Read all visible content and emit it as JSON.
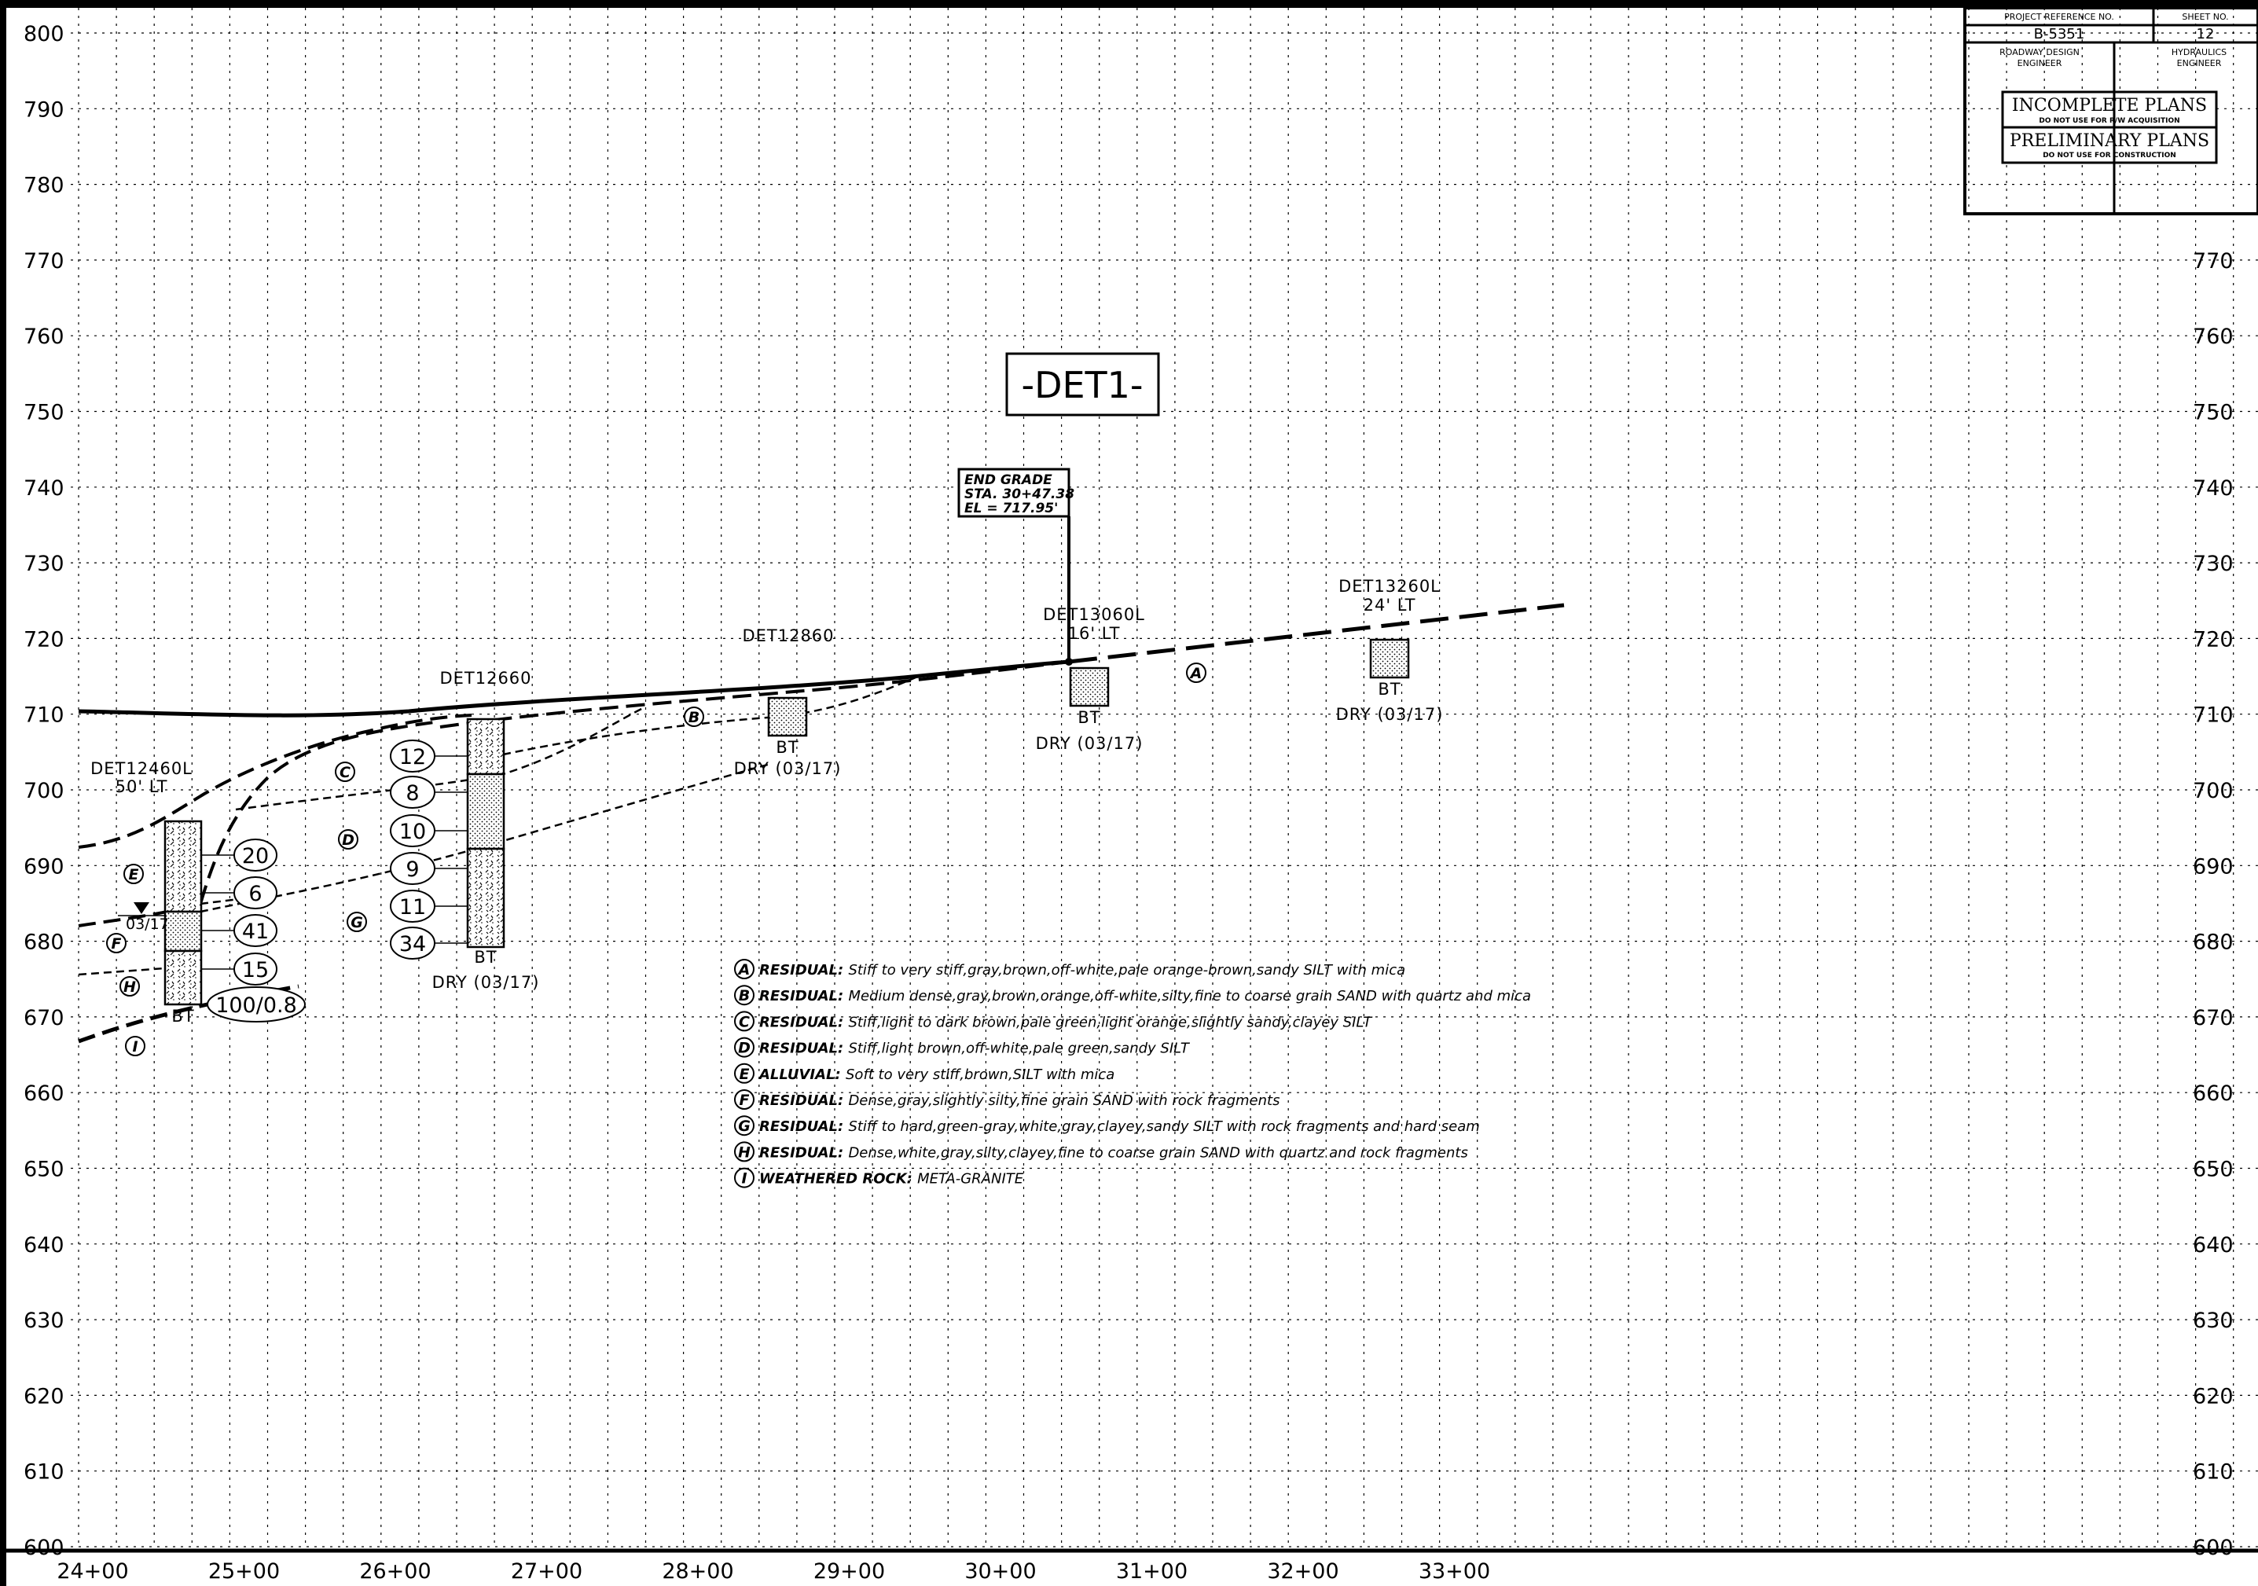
{
  "title_block": {
    "project_reference_label": "PROJECT REFERENCE NO.",
    "project_reference": "B-5351",
    "sheet_no_label": "SHEET NO.",
    "sheet_no": "12",
    "roadway_label_1": "ROADWAY DESIGN",
    "roadway_label_2": "ENGINEER",
    "hydraulics_label_1": "HYDRAULICS",
    "hydraulics_label_2": "ENGINEER",
    "incomplete_title": "INCOMPLETE PLANS",
    "incomplete_note": "DO NOT USE FOR R/W ACQUISITION",
    "preliminary_title": "PRELIMINARY PLANS",
    "preliminary_note": "DO NOT USE FOR CONSTRUCTION"
  },
  "profile_title": "-DET1-",
  "end_grade": {
    "line1": "END GRADE",
    "line2": "STA. 30+47.38",
    "line3": "EL = 717.95'"
  },
  "elevations_left": [
    "800",
    "790",
    "780",
    "770",
    "760",
    "750",
    "740",
    "730",
    "720",
    "710",
    "700",
    "690",
    "680",
    "670",
    "660",
    "650",
    "640",
    "630",
    "620",
    "610",
    "600"
  ],
  "elevations_right": [
    "770",
    "760",
    "750",
    "740",
    "730",
    "720",
    "710",
    "700",
    "690",
    "680",
    "670",
    "660",
    "650",
    "640",
    "630",
    "620",
    "610",
    "600"
  ],
  "stations": [
    "24+00",
    "25+00",
    "26+00",
    "27+00",
    "28+00",
    "29+00",
    "30+00",
    "31+00",
    "32+00",
    "33+00"
  ],
  "borings": {
    "b1": {
      "id": "DET12460L",
      "offset": "50' LT",
      "type": "BT",
      "water_date": "03/17",
      "blows": [
        "20",
        "6",
        "41",
        "15",
        "100/0.8"
      ]
    },
    "b2": {
      "id": "DET12660",
      "type": "BT",
      "status": "DRY (03/17)",
      "blows": [
        "12",
        "8",
        "10",
        "9",
        "11",
        "34"
      ]
    },
    "b3": {
      "id": "DET12860",
      "type": "BT",
      "status": "DRY (03/17)"
    },
    "b4": {
      "id": "DET13060L",
      "offset": "16' LT",
      "type": "BT",
      "status": "DRY (03/17)"
    },
    "b5": {
      "id": "DET13260L",
      "offset": "24' LT",
      "type": "BT",
      "status": "DRY (03/17)"
    }
  },
  "layers": [
    "A",
    "B",
    "C",
    "D",
    "E",
    "F",
    "G",
    "H",
    "I"
  ],
  "legend": [
    {
      "letter": "A",
      "title": "RESIDUAL:",
      "desc": "Stiff to very stiff,gray,brown,off-white,pale orange-brown,sandy SILT with mica"
    },
    {
      "letter": "B",
      "title": "RESIDUAL:",
      "desc": "Medium dense,gray,brown,orange,off-white,silty,fine to coarse grain SAND with quartz and mica"
    },
    {
      "letter": "C",
      "title": "RESIDUAL:",
      "desc": "Stiff,light to dark brown,pale green,light orange,slightly sandy,clayey SILT"
    },
    {
      "letter": "D",
      "title": "RESIDUAL:",
      "desc": "Stiff,light brown,off-white,pale green,sandy SILT"
    },
    {
      "letter": "E",
      "title": "ALLUVIAL:",
      "desc": "Soft to very stiff,brown,SILT with mica"
    },
    {
      "letter": "F",
      "title": "RESIDUAL:",
      "desc": "Dense,gray,slightly silty,fine grain SAND with rock fragments"
    },
    {
      "letter": "G",
      "title": "RESIDUAL:",
      "desc": "Stiff to hard,green-gray,white,gray,clayey,sandy SILT with rock fragments and hard seam"
    },
    {
      "letter": "H",
      "title": "RESIDUAL:",
      "desc": "Dense,white,gray,silty,clayey,fine to coarse grain SAND with quartz and rock fragments"
    },
    {
      "letter": "I",
      "title": "WEATHERED ROCK:",
      "desc": "META-GRANITE"
    }
  ]
}
